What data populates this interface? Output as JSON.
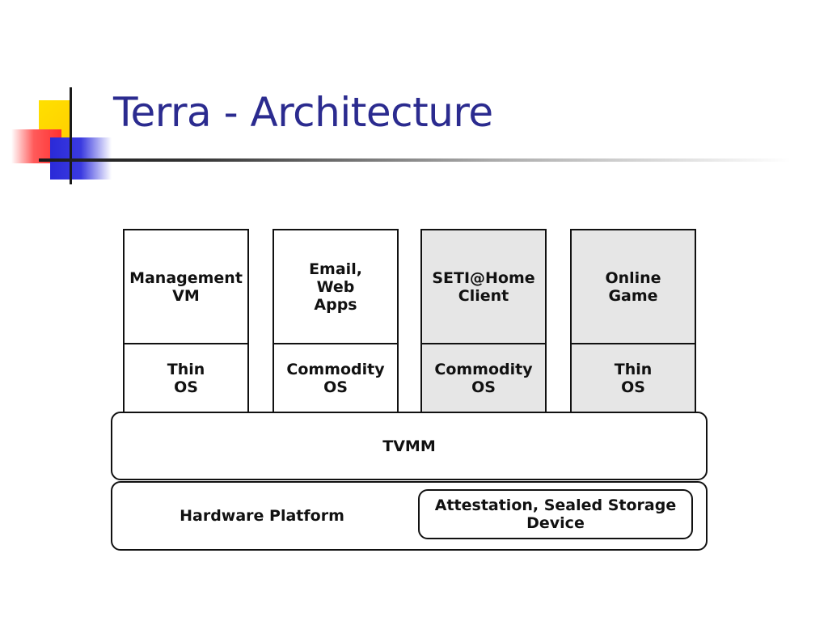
{
  "slide": {
    "title": "Terra - Architecture"
  },
  "diagram": {
    "columns": [
      {
        "app": "Management\nVM",
        "os": "Thin\nOS",
        "shaded": false
      },
      {
        "app": "Email,\nWeb\nApps",
        "os": "Commodity\nOS",
        "shaded": false
      },
      {
        "app": "SETI@Home\nClient",
        "os": "Commodity\nOS",
        "shaded": true
      },
      {
        "app": "Online\nGame",
        "os": "Thin\nOS",
        "shaded": true
      }
    ],
    "tvmm": "TVMM",
    "hardware": "Hardware Platform",
    "device": "Attestation, Sealed Storage\nDevice"
  },
  "colors": {
    "title": "#2b2b8f",
    "shaded_fill": "#e6e6e6",
    "accent_yellow": "#ffd000",
    "accent_red": "#ff3030",
    "accent_blue": "#2a2ad8"
  }
}
